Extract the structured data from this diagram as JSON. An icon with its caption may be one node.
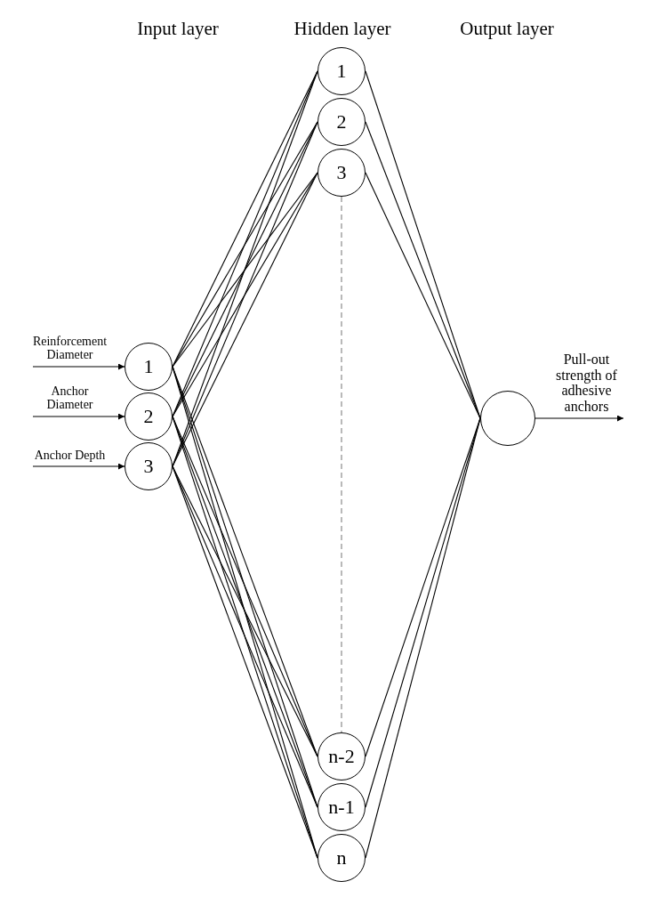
{
  "diagram": {
    "nodes": [
      {
        "text": [
          "1"
        ]
      },
      {
        "text": [
          "2"
        ]
      },
      {
        "text": [
          "3"
        ]
      },
      {
        "text": [
          "1"
        ]
      },
      {
        "text": [
          "2"
        ]
      },
      {
        "text": [
          "3"
        ]
      },
      {
        "text": [
          "n-2"
        ]
      },
      {
        "text": [
          "n-1"
        ]
      },
      {
        "text": [
          "n"
        ]
      },
      {
        "text": [],
        "shape": "circle"
      }
    ],
    "edges": [
      {
        "from": null,
        "to": 0,
        "arrow": "to",
        "label": "Reinforcement Diameter"
      },
      {
        "from": null,
        "to": 1,
        "arrow": "to",
        "label": "Anchor Diameter"
      },
      {
        "from": null,
        "to": 2,
        "arrow": "to",
        "label": "Anchor Depth"
      },
      {
        "from": 0,
        "to": 3,
        "arrow": "none"
      },
      {
        "from": 0,
        "to": 4,
        "arrow": "none"
      },
      {
        "from": 0,
        "to": 5,
        "arrow": "none"
      },
      {
        "from": 0,
        "to": 6,
        "arrow": "none"
      },
      {
        "from": 0,
        "to": 7,
        "arrow": "none"
      },
      {
        "from": 0,
        "to": 8,
        "arrow": "none"
      },
      {
        "from": 1,
        "to": 3,
        "arrow": "none"
      },
      {
        "from": 1,
        "to": 4,
        "arrow": "none"
      },
      {
        "from": 1,
        "to": 5,
        "arrow": "none"
      },
      {
        "from": 1,
        "to": 6,
        "arrow": "none"
      },
      {
        "from": 1,
        "to": 7,
        "arrow": "none"
      },
      {
        "from": 1,
        "to": 8,
        "arrow": "none"
      },
      {
        "from": 2,
        "to": 3,
        "arrow": "none"
      },
      {
        "from": 2,
        "to": 4,
        "arrow": "none"
      },
      {
        "from": 2,
        "to": 5,
        "arrow": "none"
      },
      {
        "from": 2,
        "to": 6,
        "arrow": "none"
      },
      {
        "from": 2,
        "to": 7,
        "arrow": "none"
      },
      {
        "from": 2,
        "to": 8,
        "arrow": "none"
      },
      {
        "from": 5,
        "to": 6,
        "arrow": "none",
        "style": "dashed",
        "color": "#808080"
      },
      {
        "from": 3,
        "to": 9,
        "arrow": "none"
      },
      {
        "from": 4,
        "to": 9,
        "arrow": "none"
      },
      {
        "from": 5,
        "to": 9,
        "arrow": "none"
      },
      {
        "from": 6,
        "to": 9,
        "arrow": "none"
      },
      {
        "from": 7,
        "to": 9,
        "arrow": "none"
      },
      {
        "from": 8,
        "to": 9,
        "arrow": "none"
      },
      {
        "from": 9,
        "to": null,
        "arrow": "to",
        "label": "Pull-out strength of adhesive anchors"
      }
    ],
    "labels": [
      "Input layer",
      "Hidden layer",
      "Output layer"
    ]
  }
}
